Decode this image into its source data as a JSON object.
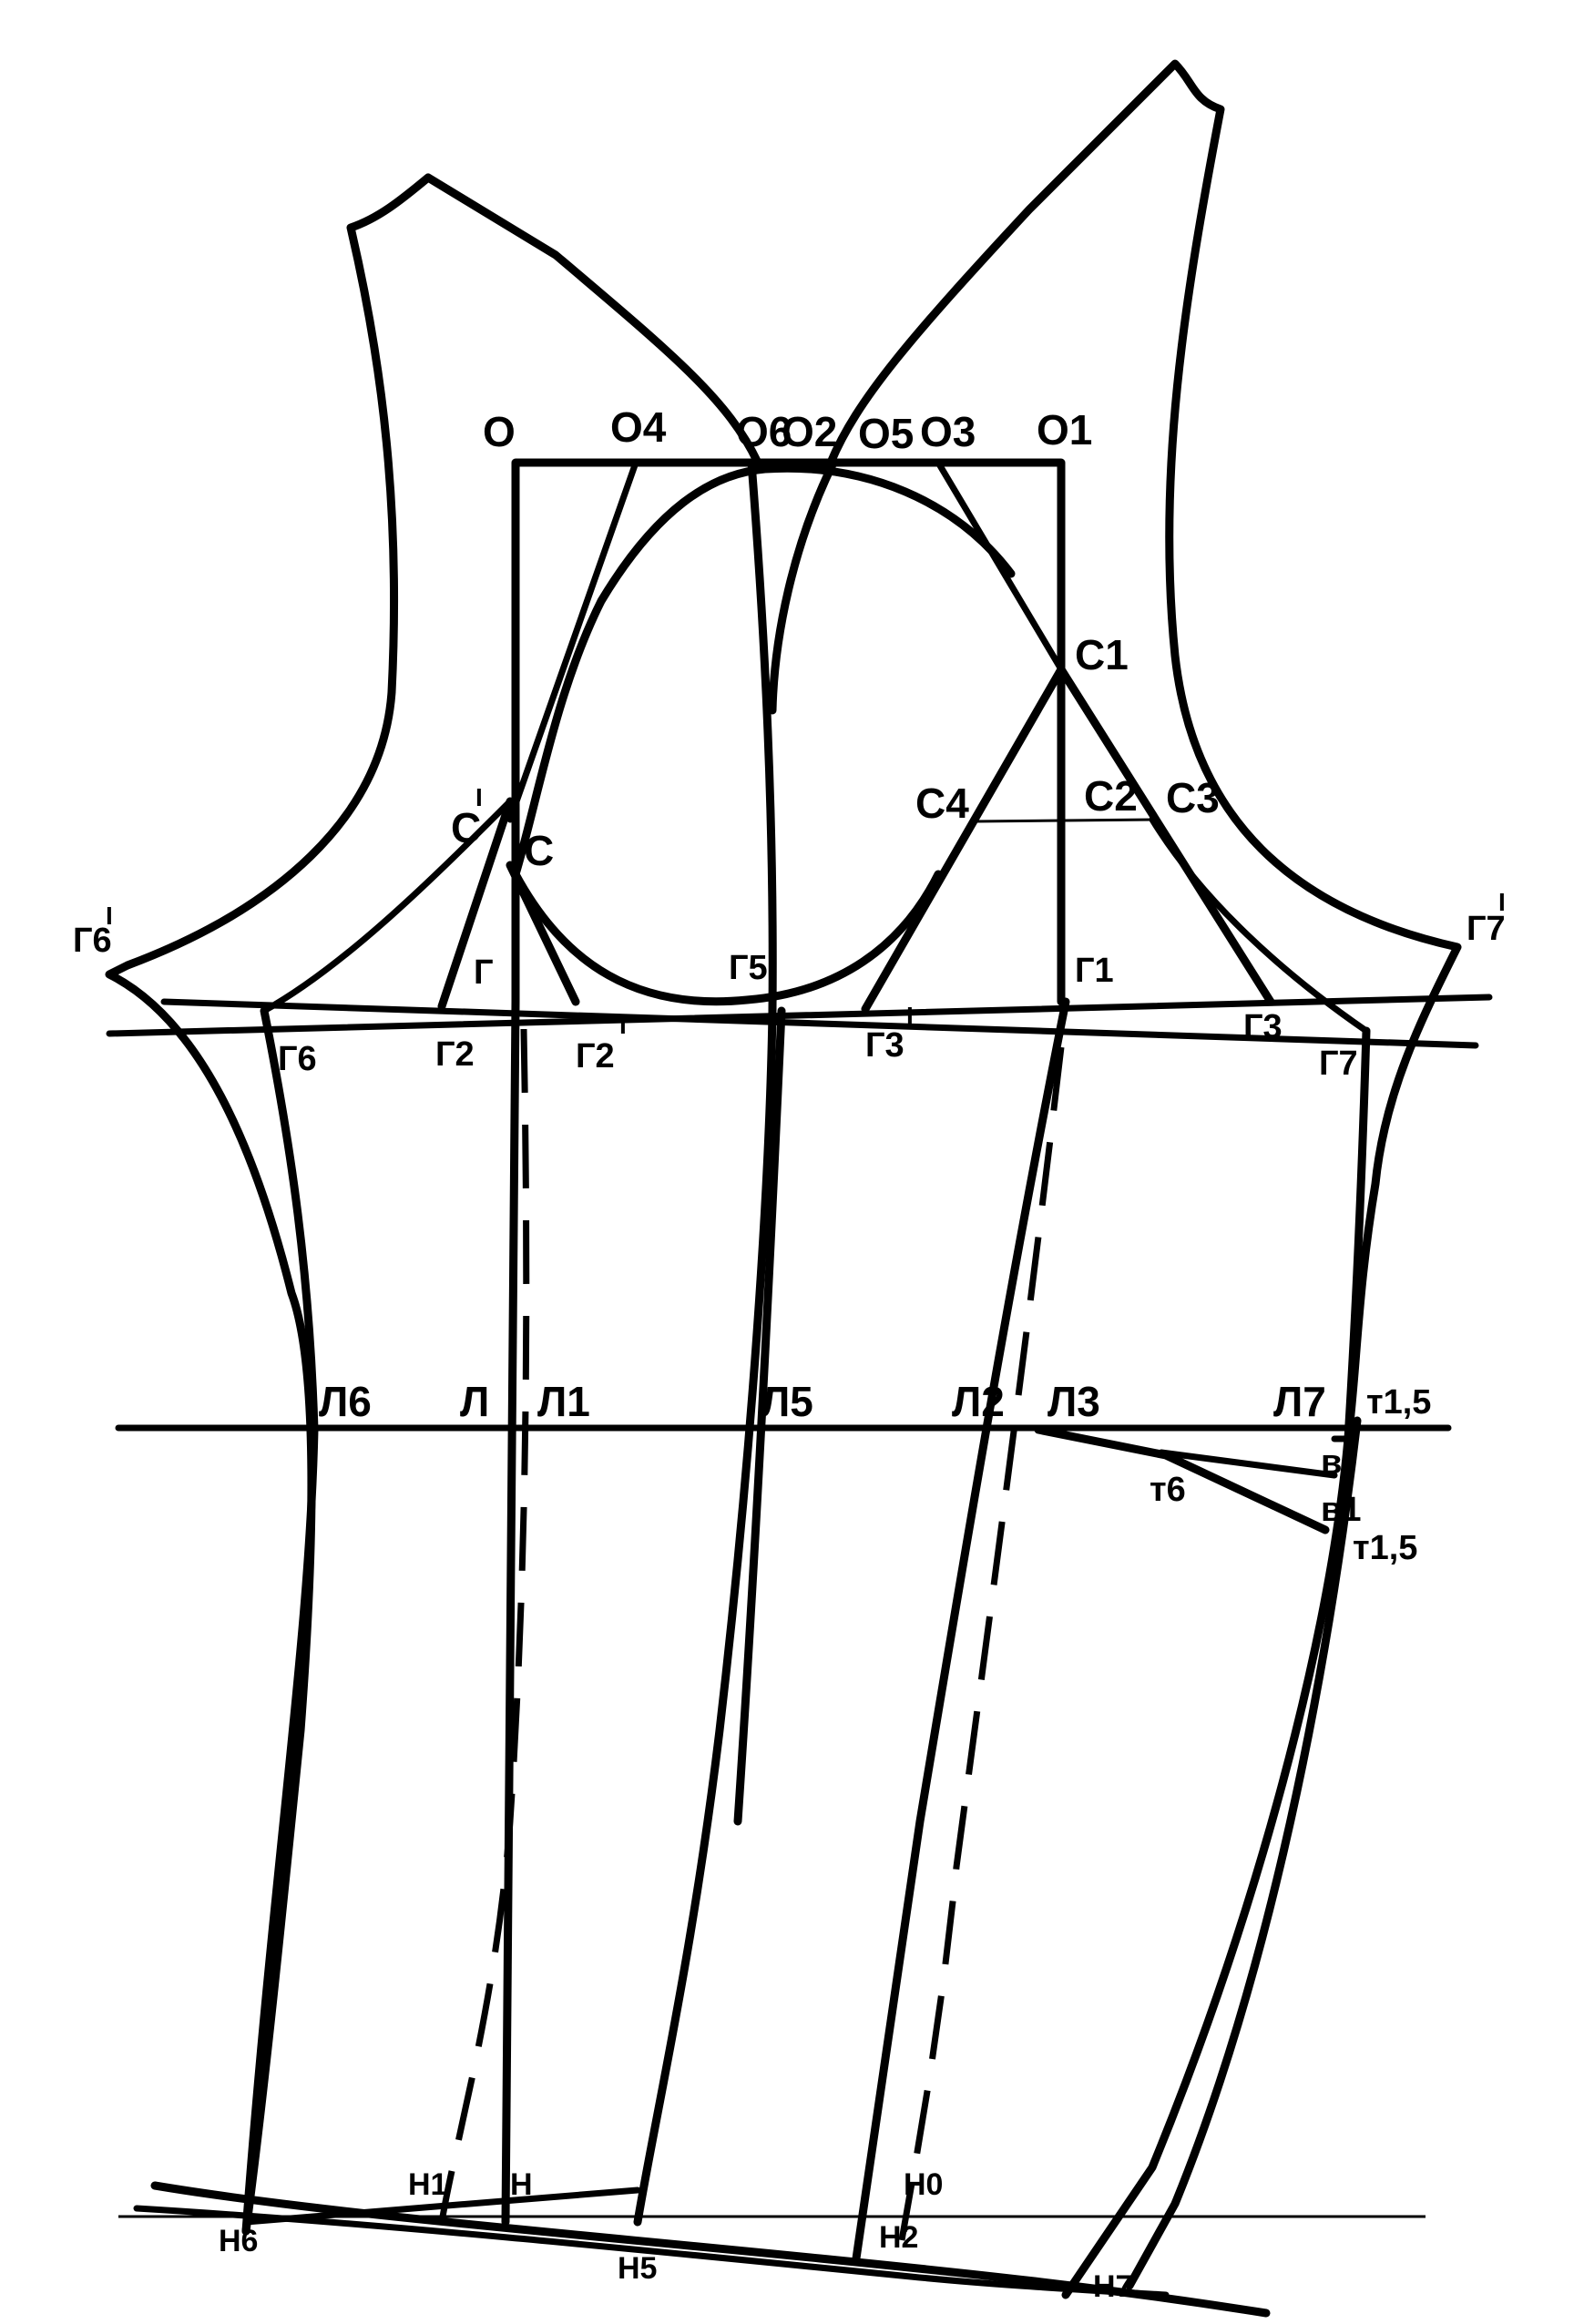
{
  "labels": {
    "O": "О",
    "O4": "О4",
    "O6": "О6",
    "O2": "О2",
    "O5": "О5",
    "O3": "О3",
    "O1": "О1",
    "C1": "С1",
    "C_prime": "С",
    "C_prime_mark": "I",
    "C": "С",
    "C4": "С4",
    "C2": "С2",
    "C3": "С3",
    "G6p": "Г6",
    "G6p_mark": "I",
    "G7p": "Г7",
    "G7p_mark": "I",
    "G": "Г",
    "G5": "Г5",
    "G1": "Г1",
    "G6": "Г6",
    "G2": "Г2",
    "G2p": "Г2",
    "G2p_mark": "I",
    "G3p": "Г3",
    "G3p_mark": "I",
    "G3": "Г3",
    "G7": "Г7",
    "L6": "Л6",
    "L": "Л",
    "L1": "Л1",
    "L5": "Л5",
    "L2": "Л2",
    "L3": "Л3",
    "L7": "Л7",
    "t15a": "т1,5",
    "v": "в",
    "t6": "т6",
    "v1": "в1",
    "t15b": "т1,5",
    "H1": "Н1",
    "H": "Н",
    "H0": "Н0",
    "H6": "Н6",
    "H5": "Н5",
    "H2": "Н2",
    "H7": "Н7"
  }
}
